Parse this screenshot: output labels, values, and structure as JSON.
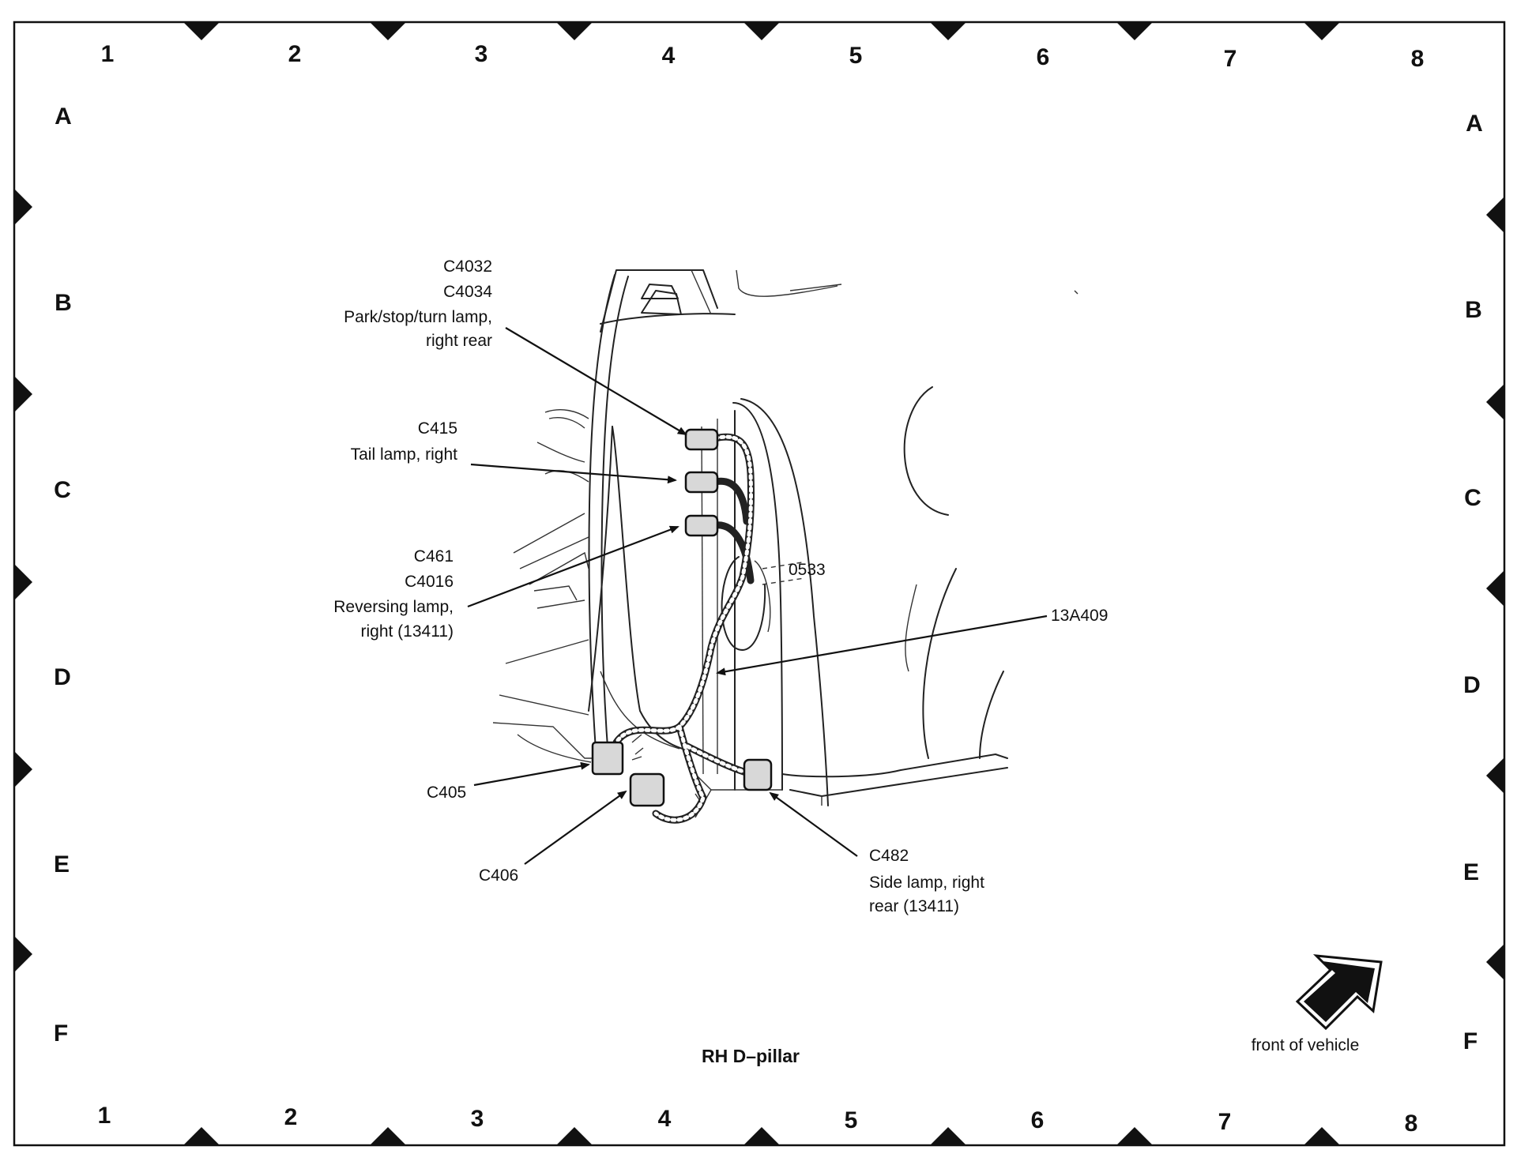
{
  "grid": {
    "columns": [
      "1",
      "2",
      "3",
      "4",
      "5",
      "6",
      "7",
      "8"
    ],
    "rows": [
      "A",
      "B",
      "C",
      "D",
      "E",
      "F"
    ]
  },
  "labels": {
    "c4032": "C4032",
    "c4034": "C4034",
    "park_stop_turn_1": "Park/stop/turn lamp,",
    "park_stop_turn_2": "right rear",
    "c415": "C415",
    "tail_lamp": "Tail lamp, right",
    "c461": "C461",
    "c4016": "C4016",
    "reversing_1": "Reversing lamp,",
    "reversing_2": "right (13411)",
    "harness": "13A409",
    "c405": "C405",
    "c406": "C406",
    "c482": "C482",
    "side_lamp_1": "Side lamp, right",
    "side_lamp_2": "rear (13411)",
    "pillar_code": "0533"
  },
  "caption": "RH D–pillar",
  "orientation": {
    "icon": "arrow-up-right-icon",
    "label": "front of vehicle"
  }
}
